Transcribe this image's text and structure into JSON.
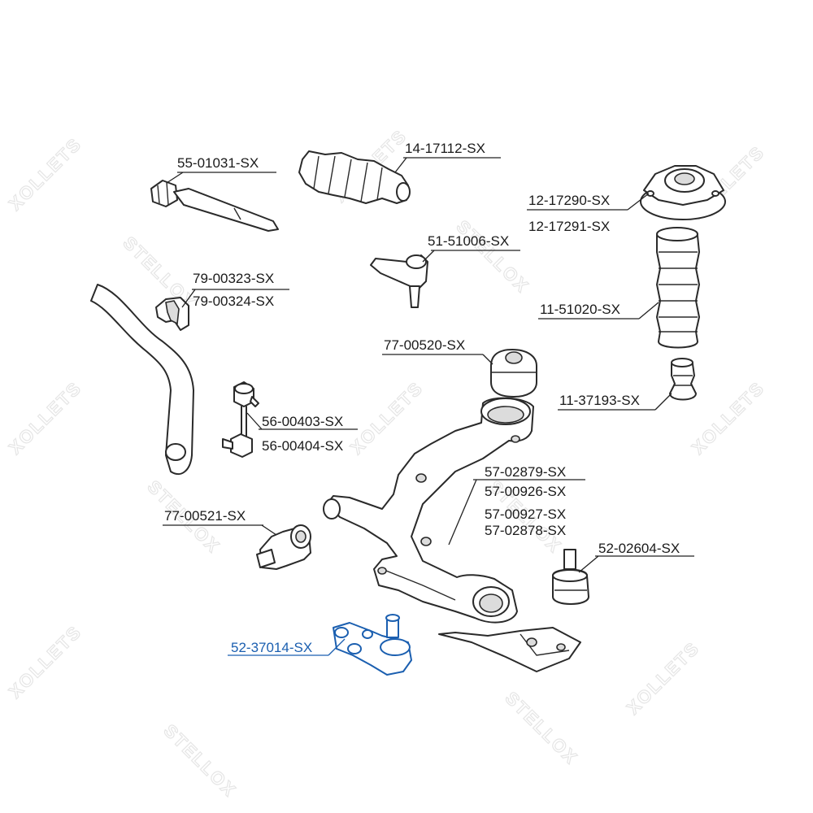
{
  "watermark": {
    "text_a": "STELLOX",
    "text_b": "XOLLETS"
  },
  "colors": {
    "line": "#2a2a2a",
    "label": "#1a1a1a",
    "selected": "#1b5fb0",
    "watermark": "#e3e3e3"
  },
  "labels": {
    "tie_rod_inner": "55-01031-SX",
    "steering_boot": "14-17112-SX",
    "strut_mount_1": "12-17290-SX",
    "strut_mount_2": "12-17291-SX",
    "tie_rod_end": "51-51006-SX",
    "stab_bush_1": "79-00323-SX",
    "stab_bush_2": "79-00324-SX",
    "shock_boot": "11-51020-SX",
    "arm_bush_rear": "77-00520-SX",
    "bump_stop": "11-37193-SX",
    "stab_link_1": "56-00403-SX",
    "stab_link_2": "56-00404-SX",
    "control_arm_1": "57-02879-SX",
    "control_arm_2": "57-00926-SX",
    "control_arm_3": "57-00927-SX",
    "control_arm_4": "57-02878-SX",
    "arm_bush_front": "77-00521-SX",
    "ball_joint_right": "52-02604-SX",
    "ball_joint_selected": "52-37014-SX"
  }
}
